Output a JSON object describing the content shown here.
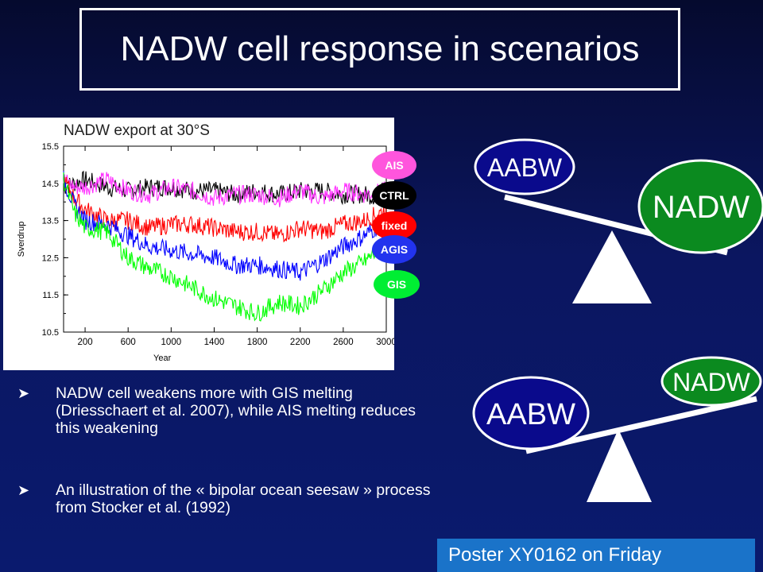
{
  "title": "NADW cell response in scenarios",
  "chart_data": {
    "type": "line",
    "title": "NADW export at 30°S",
    "xlabel": "Year",
    "ylabel": "Sverdrup",
    "xlim": [
      0,
      3000
    ],
    "ylim": [
      10.5,
      15.5
    ],
    "xticks": [
      "200",
      "600",
      "1000",
      "1400",
      "1800",
      "2200",
      "2600",
      "3000"
    ],
    "yticks": [
      "10.5",
      "11.5",
      "12.5",
      "13.5",
      "14.5",
      "15.5"
    ],
    "x": [
      0,
      100,
      200,
      400,
      600,
      800,
      1000,
      1200,
      1400,
      1600,
      1800,
      2000,
      2200,
      2400,
      2600,
      2800,
      3000
    ],
    "series": [
      {
        "name": "CTRL",
        "color": "#000000",
        "values": [
          14.4,
          14.5,
          14.6,
          14.4,
          14.3,
          14.4,
          14.4,
          14.3,
          14.3,
          14.2,
          14.3,
          14.2,
          14.3,
          14.3,
          14.2,
          14.2,
          14.1
        ]
      },
      {
        "name": "AIS",
        "color": "#ff33ff",
        "values": [
          14.6,
          14.4,
          14.4,
          14.6,
          14.3,
          14.2,
          14.4,
          14.3,
          14.1,
          14.2,
          14.2,
          14.1,
          14.3,
          14.1,
          14.3,
          14.2,
          14.3
        ]
      },
      {
        "name": "fixed",
        "color": "#ff0000",
        "values": [
          14.6,
          14.1,
          13.8,
          13.5,
          13.5,
          13.3,
          13.4,
          13.4,
          13.3,
          13.2,
          13.2,
          13.1,
          13.3,
          13.2,
          13.4,
          13.5,
          13.8
        ]
      },
      {
        "name": "AGIS",
        "color": "#0000ff",
        "values": [
          14.6,
          13.9,
          13.5,
          13.4,
          13.1,
          12.8,
          12.7,
          12.6,
          12.5,
          12.3,
          12.3,
          12.2,
          12.1,
          12.4,
          12.8,
          13.1,
          13.5
        ]
      },
      {
        "name": "GIS",
        "color": "#00ff00",
        "values": [
          14.6,
          13.7,
          13.3,
          13.2,
          12.5,
          12.2,
          12.0,
          11.7,
          11.4,
          11.2,
          11.0,
          11.3,
          11.2,
          11.6,
          12.1,
          12.4,
          12.9
        ]
      }
    ],
    "legend_placement": "right"
  },
  "legend_labels": {
    "ais": "AIS",
    "ctrl": "CTRL",
    "fixed": "fixed",
    "agis": "AGIS",
    "gis": "GIS"
  },
  "bullets": [
    "NADW cell weakens more with GIS melting (Driesschaert et al. 2007), while AIS melting reduces this weakening",
    "An illustration of the « bipolar ocean seesaw » process from Stocker et al. (1992)"
  ],
  "seesaw_top": {
    "left": "AABW",
    "right": "NADW"
  },
  "seesaw_bottom": {
    "left": "AABW",
    "right": "NADW"
  },
  "poster": "Poster XY0162 on Friday",
  "colors": {
    "aabw": "#0a0a8c",
    "nadw": "#0b8a1f",
    "poster_bg": "#1a73c9"
  }
}
